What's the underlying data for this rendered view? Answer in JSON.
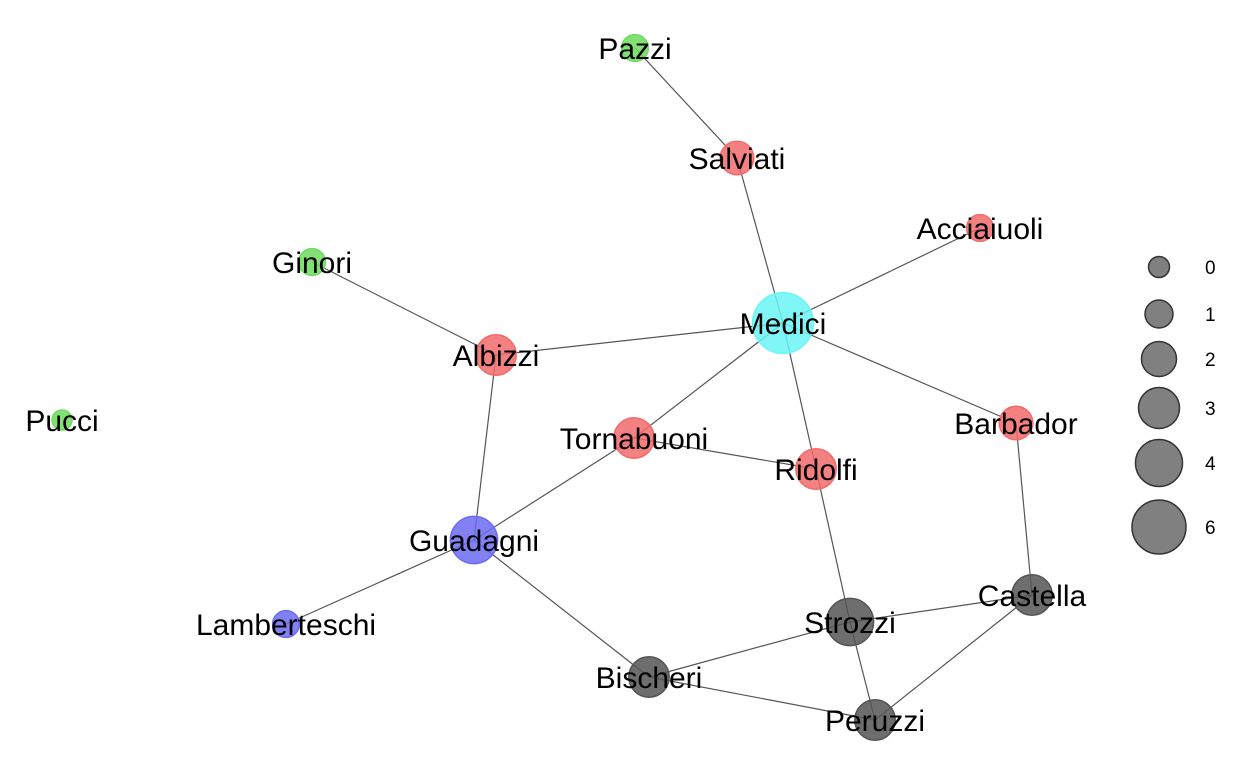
{
  "colors": {
    "red": "#f26b6b",
    "green": "#6ddb5e",
    "blue": "#6b6bf2",
    "cyan": "#6bf5f5",
    "gray": "#555555"
  },
  "nodes": [
    {
      "id": "Pazzi",
      "label": "Pazzi",
      "color": "green",
      "degree": 1
    },
    {
      "id": "Salviati",
      "label": "Salviati",
      "color": "red",
      "degree": 2
    },
    {
      "id": "Acciaiuoli",
      "label": "Acciaiuoli",
      "color": "red",
      "degree": 1
    },
    {
      "id": "Ginori",
      "label": "Ginori",
      "color": "green",
      "degree": 1
    },
    {
      "id": "Medici",
      "label": "Medici",
      "color": "cyan",
      "degree": 6
    },
    {
      "id": "Albizzi",
      "label": "Albizzi",
      "color": "red",
      "degree": 3
    },
    {
      "id": "Pucci",
      "label": "Pucci",
      "color": "green",
      "degree": 0
    },
    {
      "id": "Tornabuoni",
      "label": "Tornabuoni",
      "color": "red",
      "degree": 3
    },
    {
      "id": "Barbador",
      "label": "Barbador",
      "color": "red",
      "degree": 2
    },
    {
      "id": "Ridolfi",
      "label": "Ridolfi",
      "color": "red",
      "degree": 3
    },
    {
      "id": "Guadagni",
      "label": "Guadagni",
      "color": "blue",
      "degree": 4
    },
    {
      "id": "Lamberteschi",
      "label": "Lamberteschi",
      "color": "blue",
      "degree": 1
    },
    {
      "id": "Castella",
      "label": "Castella",
      "color": "gray",
      "degree": 3
    },
    {
      "id": "Strozzi",
      "label": "Strozzi",
      "color": "gray",
      "degree": 4
    },
    {
      "id": "Bischeri",
      "label": "Bischeri",
      "color": "gray",
      "degree": 3
    },
    {
      "id": "Peruzzi",
      "label": "Peruzzi",
      "color": "gray",
      "degree": 3
    }
  ],
  "edges": [
    [
      "Pazzi",
      "Salviati"
    ],
    [
      "Salviati",
      "Medici"
    ],
    [
      "Acciaiuoli",
      "Medici"
    ],
    [
      "Ginori",
      "Albizzi"
    ],
    [
      "Albizzi",
      "Medici"
    ],
    [
      "Albizzi",
      "Guadagni"
    ],
    [
      "Medici",
      "Tornabuoni"
    ],
    [
      "Medici",
      "Ridolfi"
    ],
    [
      "Medici",
      "Barbador"
    ],
    [
      "Tornabuoni",
      "Ridolfi"
    ],
    [
      "Tornabuoni",
      "Guadagni"
    ],
    [
      "Ridolfi",
      "Strozzi"
    ],
    [
      "Barbador",
      "Castella"
    ],
    [
      "Guadagni",
      "Lamberteschi"
    ],
    [
      "Guadagni",
      "Bischeri"
    ],
    [
      "Bischeri",
      "Strozzi"
    ],
    [
      "Bischeri",
      "Peruzzi"
    ],
    [
      "Strozzi",
      "Castella"
    ],
    [
      "Strozzi",
      "Peruzzi"
    ],
    [
      "Castella",
      "Peruzzi"
    ]
  ],
  "legend": {
    "items": [
      "0",
      "1",
      "2",
      "3",
      "4",
      "6"
    ]
  }
}
